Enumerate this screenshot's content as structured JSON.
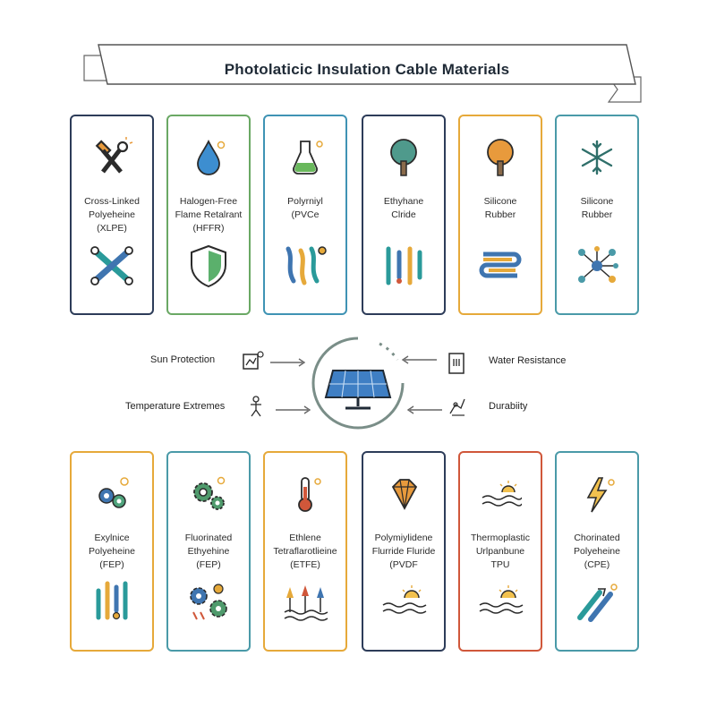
{
  "banner": {
    "title": "Photolaticic Insulation Cable Materials"
  },
  "top_cards": [
    {
      "label": "Cross-Linked\nPolyeheine\n(XLPE)",
      "top_icon": "hammer-wrench-icon",
      "bottom_icon": "crossed-molecule-icon",
      "border": "#2d3c59"
    },
    {
      "label": "Halogen-Free\nFlame Retalrant\n(HFFR)",
      "top_icon": "water-drop-icon",
      "bottom_icon": "shield-icon",
      "border": "#6aa864"
    },
    {
      "label": "Polyrniyl\n(PVCe",
      "top_icon": "flask-icon",
      "bottom_icon": "cable-strands-icon",
      "border": "#3f93b4"
    },
    {
      "label": "Ethyhane\nClride",
      "top_icon": "tree-icon",
      "bottom_icon": "cable-pins-icon",
      "border": "#2d3c59"
    },
    {
      "label": "Silicone\nRubber",
      "top_icon": "orange-tree-icon",
      "bottom_icon": "coiled-cable-icon",
      "border": "#e6a93a"
    },
    {
      "label": "Silicone\nRubber",
      "top_icon": "snowflake-icon",
      "bottom_icon": "molecule-network-icon",
      "border": "#4a9aa8"
    }
  ],
  "center": {
    "left_labels": [
      "Sun Protection",
      "Temperature Extremes"
    ],
    "right_labels": [
      "Water Resistance",
      "Durabiity"
    ],
    "hub_icon": "solar-panel-icon"
  },
  "bottom_cards": [
    {
      "label": "Exylnice\nPolyeheine\n(FEP)",
      "top_icon": "gears-sun-icon",
      "bottom_icon": "cable-bars-icon",
      "border": "#e6a93a"
    },
    {
      "label": "Fluorinated\nEthyehine\n(FEP)",
      "top_icon": "gears-icon",
      "bottom_icon": "gears-cluster-icon",
      "border": "#4a9aa8"
    },
    {
      "label": "Ethlene\nTetraflarotlieine\n(ETFE)",
      "top_icon": "thermometer-icon",
      "bottom_icon": "heat-waves-icon",
      "border": "#e6a93a"
    },
    {
      "label": "Polymiylidene\nFlurride Fluride\n(PVDF",
      "top_icon": "diamond-icon",
      "bottom_icon": "sun-waves-icon",
      "border": "#2d3c59"
    },
    {
      "label": "Thermoplastic\nUrlpanbune\nTPU",
      "top_icon": "sun-waves-icon",
      "bottom_icon": "sun-waves-icon",
      "border": "#d0573a"
    },
    {
      "label": "Chorinated\nPolyeheine\n(CPE)",
      "top_icon": "lightning-icon",
      "bottom_icon": "diagonal-arrows-icon",
      "border": "#4a9aa8"
    }
  ]
}
